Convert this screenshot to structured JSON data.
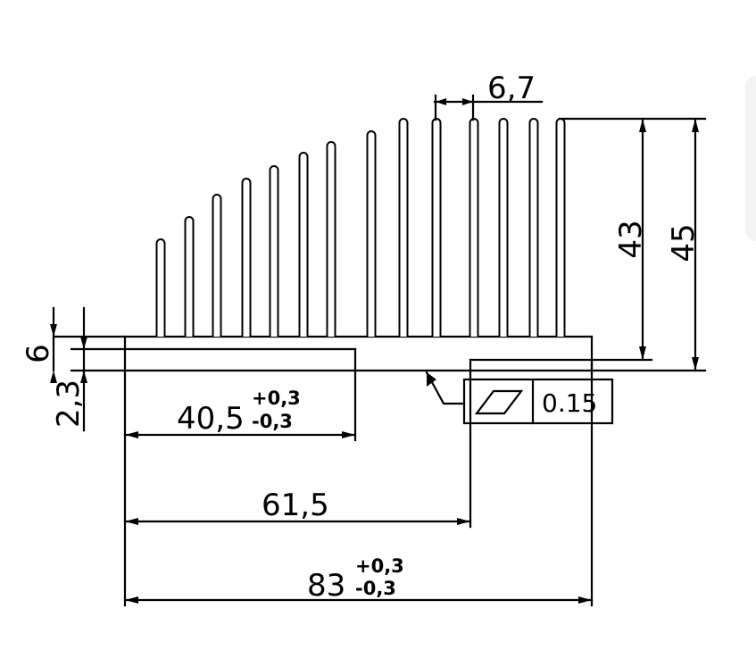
{
  "dimensions": {
    "base_thickness": "6",
    "step_height": "2,3",
    "fin_pitch": "6,7",
    "fin_height": "43",
    "total_height": "45",
    "step_width": {
      "value": "40,5",
      "upper_tol": "+0,3",
      "lower_tol": "-0,3"
    },
    "mid_width": {
      "value": "61,5"
    },
    "total_width": {
      "value": "83",
      "upper_tol": "+0,3",
      "lower_tol": "-0,3"
    }
  },
  "tolerance_frame": {
    "symbol_icon": "flatness-parallelogram-icon",
    "value": "0.15"
  }
}
